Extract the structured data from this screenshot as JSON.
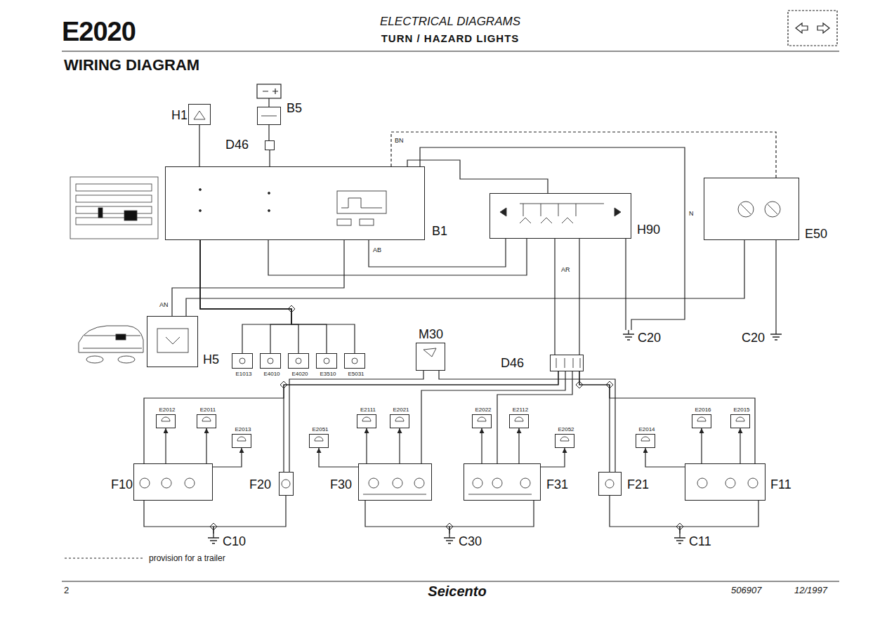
{
  "diagram": {
    "title": "E2020",
    "nodes": [
      {
        "text": [
          "H1"
        ]
      },
      {
        "text": [
          "B5"
        ]
      },
      {
        "text": [
          "D46"
        ]
      },
      {
        "text": [
          "B1"
        ]
      },
      {
        "text": [
          "H90"
        ]
      },
      {
        "text": [
          "E50"
        ]
      },
      {
        "text": [
          "H5"
        ]
      },
      {
        "text": [
          "E1013"
        ]
      },
      {
        "text": [
          "E4010"
        ]
      },
      {
        "text": [
          "E4020"
        ]
      },
      {
        "text": [
          "E3510"
        ]
      },
      {
        "text": [
          "E5031"
        ]
      },
      {
        "text": [
          "M30"
        ]
      },
      {
        "text": [
          "D46"
        ]
      },
      {
        "text": [
          "F10"
        ]
      },
      {
        "text": [
          "F20"
        ]
      },
      {
        "text": [
          "F30"
        ]
      },
      {
        "text": [
          "F31"
        ]
      },
      {
        "text": [
          "F21"
        ]
      },
      {
        "text": [
          "F11"
        ]
      },
      {
        "text": [
          "E2012"
        ]
      },
      {
        "text": [
          "E2011"
        ]
      },
      {
        "text": [
          "E2013"
        ]
      },
      {
        "text": [
          "E2051"
        ]
      },
      {
        "text": [
          "E2111"
        ]
      },
      {
        "text": [
          "E2021"
        ]
      },
      {
        "text": [
          "E2022"
        ]
      },
      {
        "text": [
          "E2112"
        ]
      },
      {
        "text": [
          "E2052"
        ]
      },
      {
        "text": [
          "E2014"
        ]
      },
      {
        "text": [
          "E2016"
        ]
      },
      {
        "text": [
          "E2015"
        ]
      },
      {
        "text": [
          "C20"
        ]
      },
      {
        "text": [
          "C20"
        ]
      },
      {
        "text": [
          "C10"
        ]
      },
      {
        "text": [
          "C30"
        ]
      },
      {
        "text": [
          "C11"
        ]
      }
    ],
    "edges": [
      {
        "from": 0,
        "to": 3,
        "arrow": "none"
      },
      {
        "from": 1,
        "to": 2,
        "arrow": "none"
      },
      {
        "from": 2,
        "to": 3,
        "arrow": "none"
      },
      {
        "from": 3,
        "to": 4,
        "arrow": "none"
      },
      {
        "from": 3,
        "to": 5,
        "arrow": "none"
      },
      {
        "from": 3,
        "to": 4,
        "arrow": "none"
      },
      {
        "from": 3,
        "to": 4,
        "arrow": "none"
      },
      {
        "from": 3,
        "to": 7,
        "arrow": "none"
      },
      {
        "from": 3,
        "to": 8,
        "arrow": "none"
      },
      {
        "from": 3,
        "to": 9,
        "arrow": "none"
      },
      {
        "from": 3,
        "to": 10,
        "arrow": "none"
      },
      {
        "from": 3,
        "to": 11,
        "arrow": "none"
      },
      {
        "from": 6,
        "to": 3,
        "arrow": "none"
      },
      {
        "from": 6,
        "to": 5,
        "arrow": "none"
      },
      {
        "from": 3,
        "to": 32,
        "arrow": "none"
      },
      {
        "from": 4,
        "to": 13,
        "arrow": "none"
      },
      {
        "from": 4,
        "to": 13,
        "arrow": "none"
      },
      {
        "from": 13,
        "to": 14,
        "arrow": "none"
      },
      {
        "from": 13,
        "to": 15,
        "arrow": "none"
      },
      {
        "from": 13,
        "to": 16,
        "arrow": "none"
      },
      {
        "from": 13,
        "to": 17,
        "arrow": "none"
      },
      {
        "from": 13,
        "to": 18,
        "arrow": "none"
      },
      {
        "from": 13,
        "to": 19,
        "arrow": "none"
      },
      {
        "from": 12,
        "to": 15,
        "arrow": "none"
      },
      {
        "from": 12,
        "to": 18,
        "arrow": "none"
      },
      {
        "from": 4,
        "to": 32,
        "arrow": "none"
      },
      {
        "from": 5,
        "to": 33,
        "arrow": "none"
      },
      {
        "from": 14,
        "to": 34,
        "arrow": "none"
      },
      {
        "from": 15,
        "to": 34,
        "arrow": "none"
      },
      {
        "from": 16,
        "to": 35,
        "arrow": "none"
      },
      {
        "from": 17,
        "to": 35,
        "arrow": "none"
      },
      {
        "from": 18,
        "to": 36,
        "arrow": "none"
      },
      {
        "from": 19,
        "to": 36,
        "arrow": "none"
      },
      {
        "from": 14,
        "to": 20,
        "arrow": "to"
      },
      {
        "from": 14,
        "to": 21,
        "arrow": "to"
      },
      {
        "from": 14,
        "to": 22,
        "arrow": "to"
      },
      {
        "from": 16,
        "to": 23,
        "arrow": "to"
      },
      {
        "from": 16,
        "to": 24,
        "arrow": "to"
      },
      {
        "from": 16,
        "to": 25,
        "arrow": "to"
      },
      {
        "from": 17,
        "to": 26,
        "arrow": "to"
      },
      {
        "from": 17,
        "to": 27,
        "arrow": "to"
      },
      {
        "from": 17,
        "to": 28,
        "arrow": "to"
      },
      {
        "from": 19,
        "to": 29,
        "arrow": "to"
      },
      {
        "from": 19,
        "to": 30,
        "arrow": "to"
      },
      {
        "from": 19,
        "to": 31,
        "arrow": "to"
      }
    ],
    "labels": [
      "ELECTRICAL DIAGRAMS",
      "TURN / HAZARD LIGHTS",
      "WIRING DIAGRAM",
      "2",
      "Seicento",
      "506907",
      "12/1997",
      "AN",
      "BN",
      "N",
      "AR",
      "AB"
    ],
    "legend": [
      {
        "text": "provision for a trailer"
      }
    ]
  }
}
